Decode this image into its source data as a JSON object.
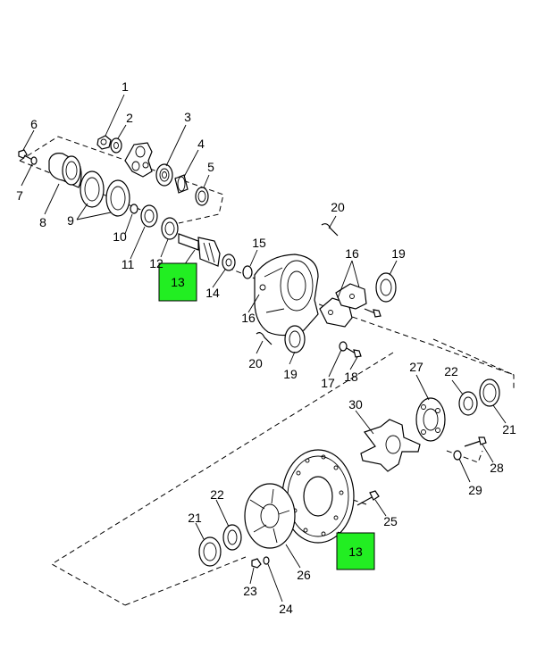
{
  "callouts": {
    "c1": "1",
    "c2": "2",
    "c3": "3",
    "c4": "4",
    "c5": "5",
    "c6": "6",
    "c7": "7",
    "c8": "8",
    "c9": "9",
    "c10": "10",
    "c11": "11",
    "c12": "12",
    "c13a": "13",
    "c13b": "13",
    "c14": "14",
    "c15": "15",
    "c16a": "16",
    "c16b": "16",
    "c17": "17",
    "c18": "18",
    "c19a": "19",
    "c19b": "19",
    "c20a": "20",
    "c20b": "20",
    "c21a": "21",
    "c21b": "21",
    "c22a": "22",
    "c22b": "22",
    "c23": "23",
    "c24": "24",
    "c25": "25",
    "c26": "26",
    "c27": "27",
    "c28": "28",
    "c29": "29",
    "c30": "30"
  },
  "colors": {
    "highlight": "#22ee22",
    "line": "#000000",
    "background": "#ffffff"
  }
}
